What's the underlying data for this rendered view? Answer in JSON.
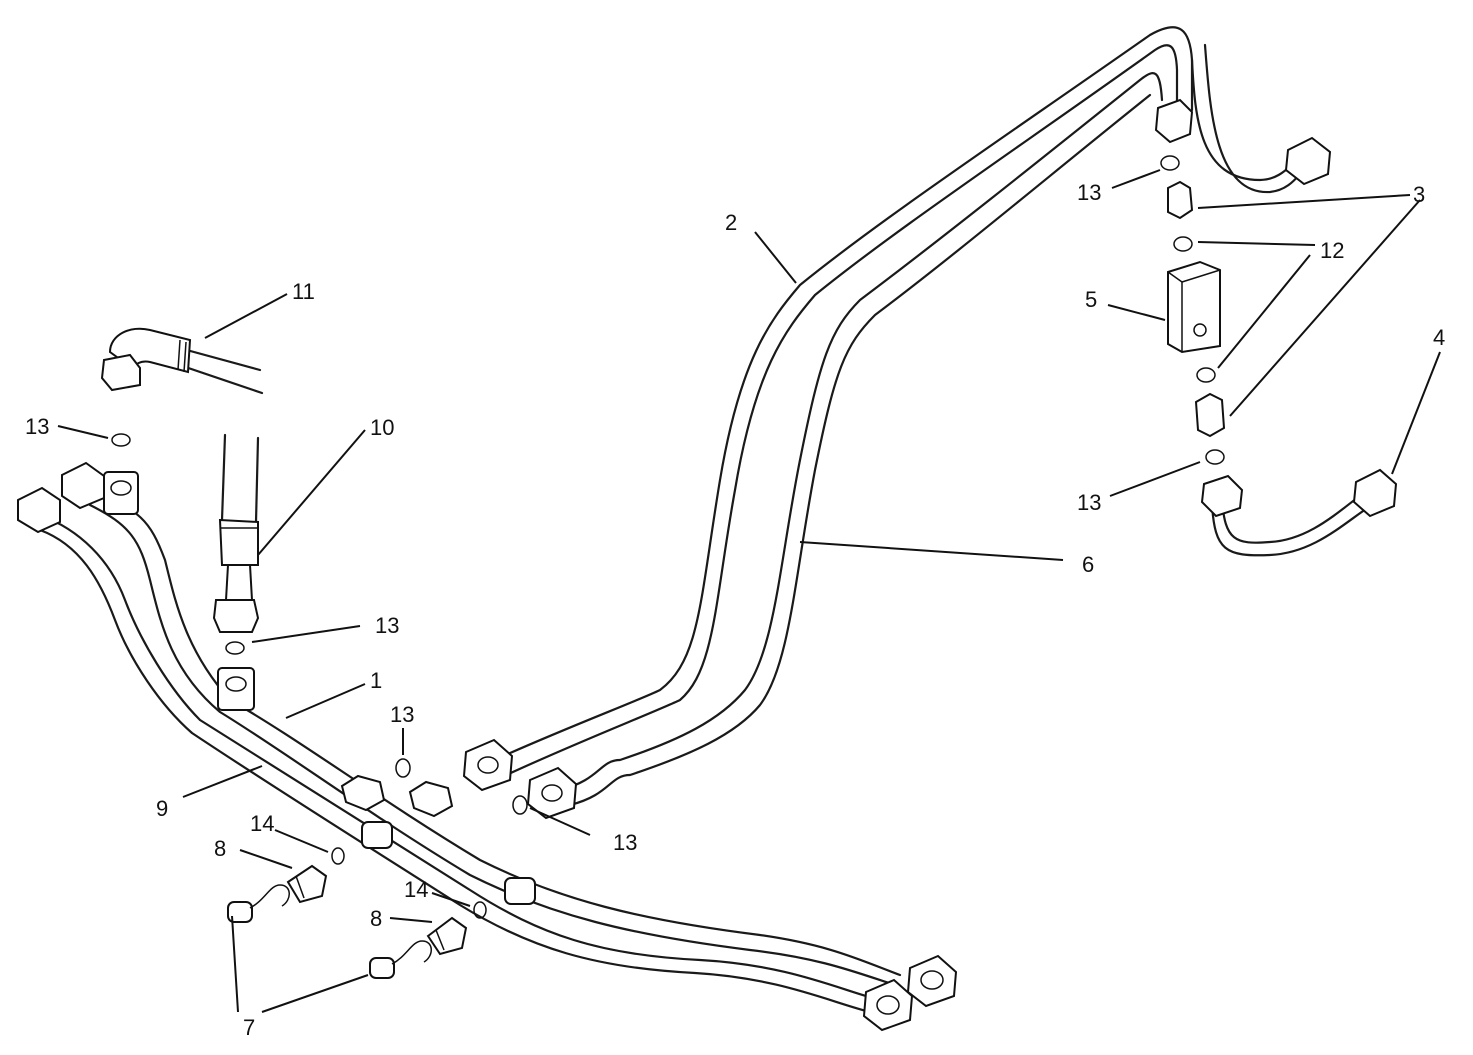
{
  "callouts": {
    "c1": "1",
    "c2": "2",
    "c3": "3",
    "c4": "4",
    "c5": "5",
    "c6": "6",
    "c7a": "7",
    "c8a": "8",
    "c8b": "8",
    "c9": "9",
    "c10": "10",
    "c11": "11",
    "c12": "12",
    "c13a": "13",
    "c13b": "13",
    "c13c": "13",
    "c13d": "13",
    "c13e": "13",
    "c13f": "13",
    "c14a": "14",
    "c14b": "14"
  }
}
